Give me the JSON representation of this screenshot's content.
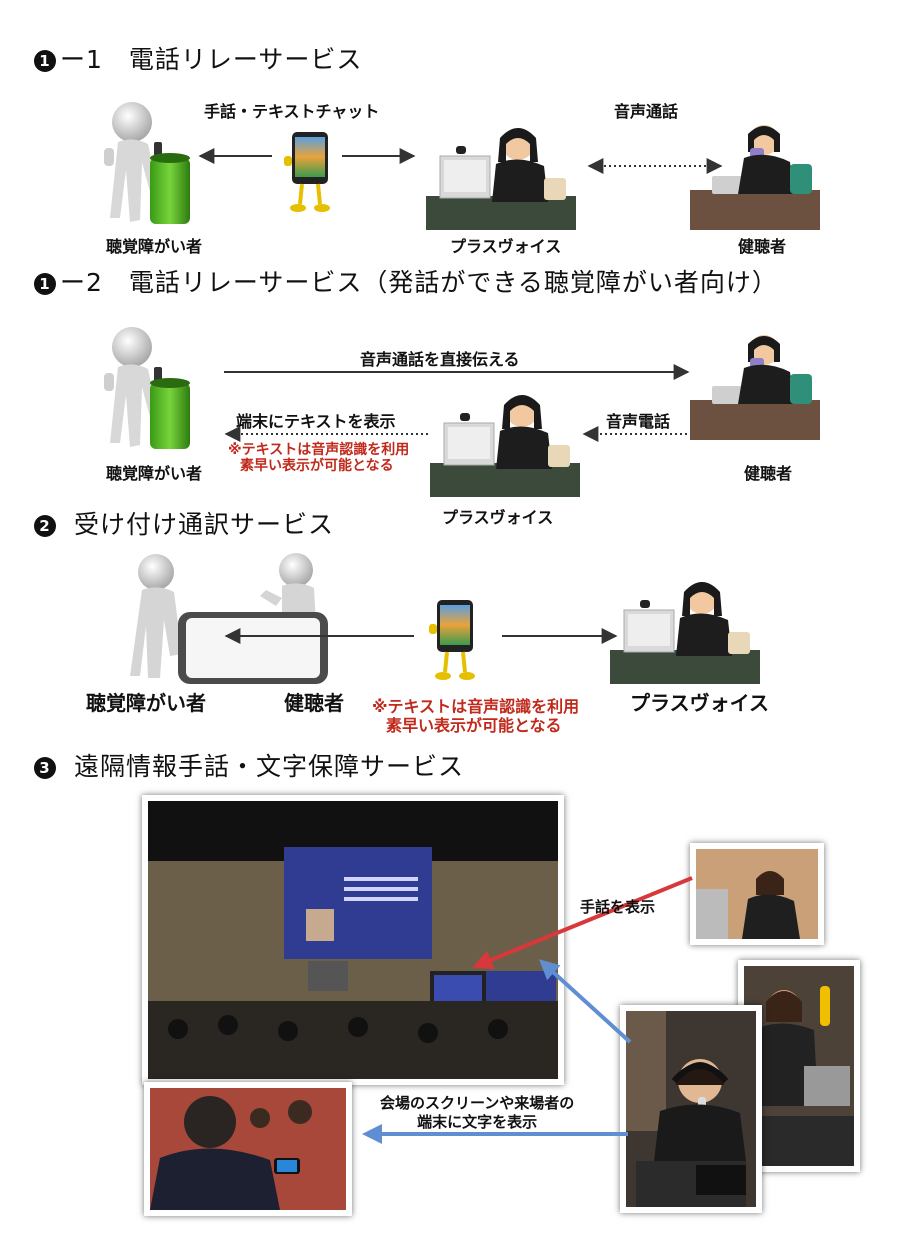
{
  "sections": [
    {
      "num": "1",
      "title": "ー1　電話リレーサービス"
    },
    {
      "num": "1",
      "title": "ー2　電話リレーサービス（発話ができる聴覚障がい者向け）"
    },
    {
      "num": "2",
      "title": "受け付け通訳サービス"
    },
    {
      "num": "3",
      "title": "遠隔情報手話・文字保障サービス"
    }
  ],
  "s1": {
    "arrow_left_label": "手話・テキストチャット",
    "arrow_right_label": "音声通話",
    "user_label": "聴覚障がい者",
    "center_label": "プラスヴォイス",
    "right_label": "健聴者"
  },
  "s2": {
    "top_arrow_label": "音声通話を直接伝える",
    "left_arrow_label": "端末にテキストを表示",
    "right_arrow_label": "音声電話",
    "note_line1": "※テキストは音声認識を利用",
    "note_line2": "素早い表示が可能となる",
    "user_label": "聴覚障がい者",
    "center_label": "プラスヴォイス",
    "right_label": "健聴者"
  },
  "s3": {
    "user_label": "聴覚障がい者",
    "hearing_label": "健聴者",
    "center_label": "プラスヴォイス",
    "note_line1": "※テキストは音声認識を利用",
    "note_line2": "素早い表示が可能となる"
  },
  "s4": {
    "sign_label": "手話を表示",
    "text_label_line1": "会場のスクリーンや来場者の",
    "text_label_line2": "端末に文字を表示"
  },
  "colors": {
    "sign_arrow": "#d9383a",
    "text_arrow": "#5f8fd2",
    "note": "#c0291b"
  }
}
